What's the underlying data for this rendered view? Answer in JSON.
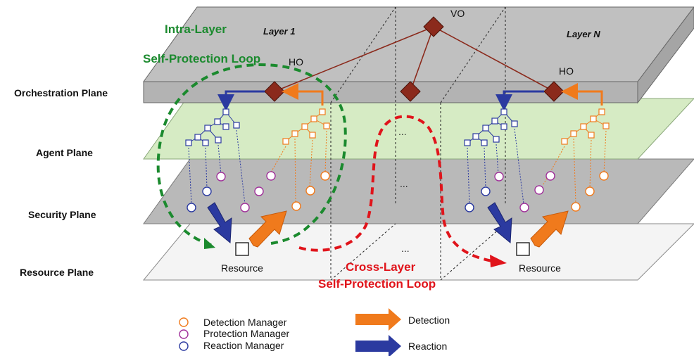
{
  "planes": {
    "orchestration": "Orchestration Plane",
    "agent": "Agent Plane",
    "security": "Security Plane",
    "resource": "Resource Plane"
  },
  "layers": {
    "first": "Layer 1",
    "last": "Layer N"
  },
  "nodes": {
    "vo": "VO",
    "ho": "HO",
    "resource": "Resource",
    "ellipsis": "..."
  },
  "loops": {
    "intra_line1": "Intra-Layer",
    "intra_line2": "Self-Protection Loop",
    "cross_line1": "Cross-Layer",
    "cross_line2": "Self-Protection Loop"
  },
  "legend": {
    "detection_manager": "Detection Manager",
    "protection_manager": "Protection Manager",
    "reaction_manager": "Reaction Manager",
    "detection": "Detection",
    "reaction": "Reaction"
  },
  "colors": {
    "detection": "#f07a1c",
    "protection": "#a0309a",
    "reaction": "#2b3aa0",
    "orchestrator": "#8b2a1c",
    "intra_loop": "#1b8a2e",
    "cross_loop": "#e0141b",
    "agent_plane": "#d6ebc4",
    "gray_plane": "#b9b9b9",
    "resource_plane": "#f4f4f4"
  }
}
